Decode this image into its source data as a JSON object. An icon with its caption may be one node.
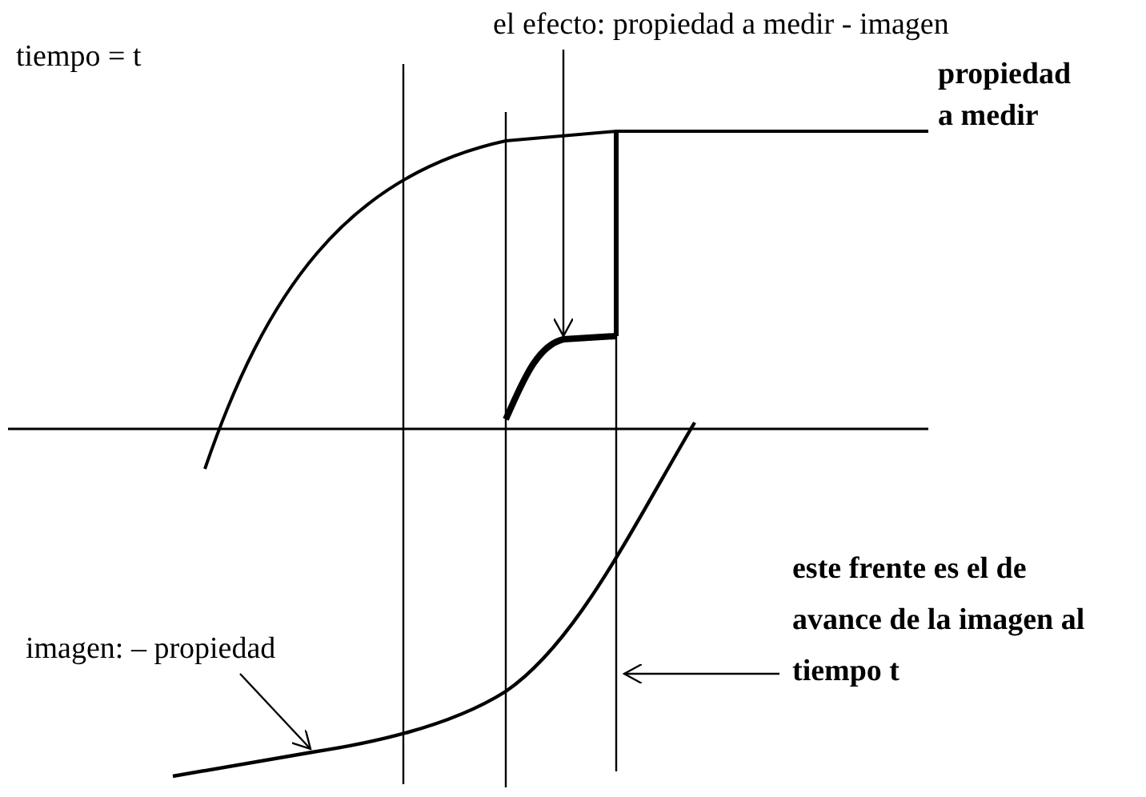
{
  "diagram": {
    "nodes": [
      {
        "text": [
          "el efecto: propiedad a medir - imagen"
        ]
      },
      {
        "text": [
          "imagen: – propiedad"
        ]
      },
      {
        "text": [
          "este frente es el de avance de la imagen al tiempo t"
        ]
      }
    ],
    "edges": [
      {
        "from": 0,
        "to": null,
        "arrow": "to"
      },
      {
        "from": 1,
        "to": null,
        "arrow": "to"
      },
      {
        "from": 2,
        "to": null,
        "arrow": "to"
      }
    ],
    "labels": [
      "tiempo = t",
      "propiedad a medir"
    ]
  }
}
